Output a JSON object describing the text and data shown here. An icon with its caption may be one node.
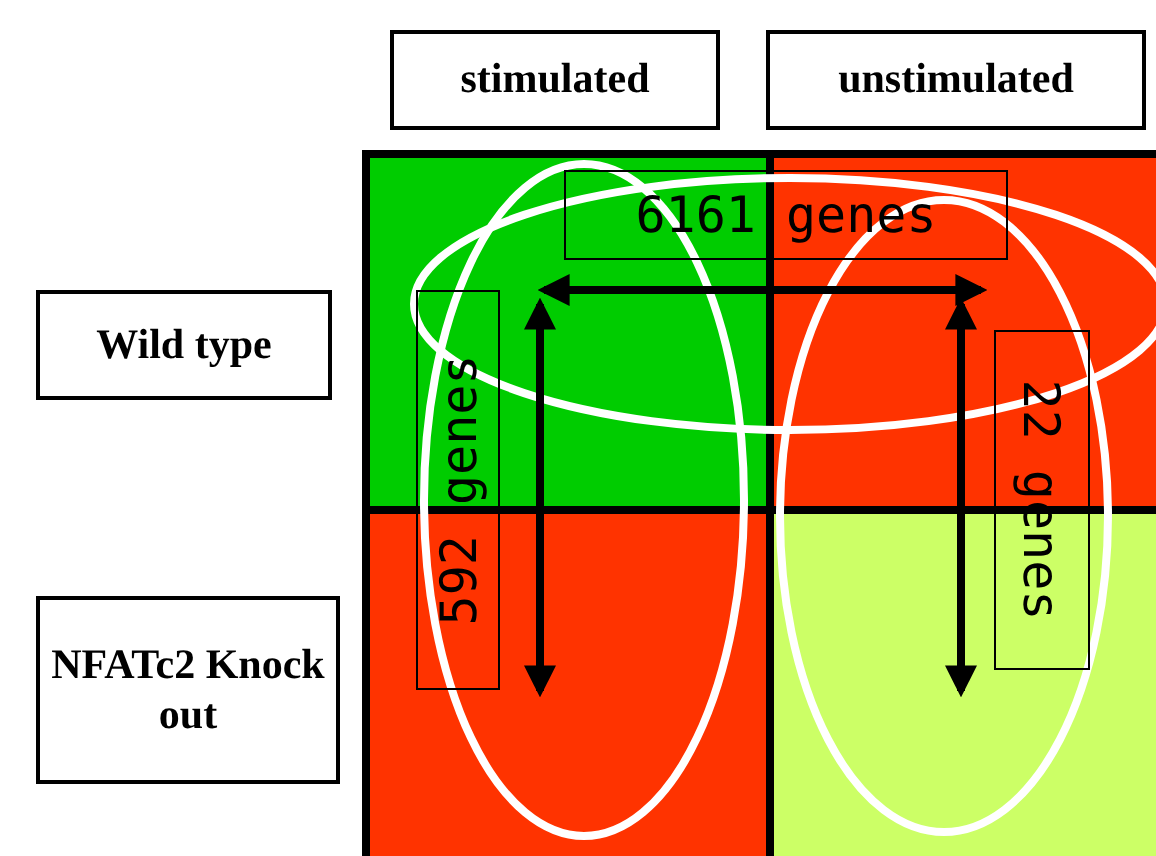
{
  "diagram": {
    "nodes": [
      {
        "text": [
          "stimulated"
        ]
      },
      {
        "text": [
          "unstimulated"
        ]
      },
      {
        "text": [
          "Wild type"
        ]
      },
      {
        "text": [
          "NFATc2 Knock out"
        ]
      },
      {
        "text": [],
        "shape": "box"
      },
      {
        "text": [],
        "shape": "box"
      },
      {
        "text": [],
        "shape": "box"
      },
      {
        "text": [],
        "shape": "box"
      }
    ],
    "edges": [
      {
        "from": 4,
        "to": 5,
        "arrow": "both",
        "label": "6161 genes"
      },
      {
        "from": 4,
        "to": 6,
        "arrow": "both",
        "label": "592 genes"
      },
      {
        "from": 5,
        "to": 7,
        "arrow": "both",
        "label": "22 genes"
      }
    ]
  }
}
